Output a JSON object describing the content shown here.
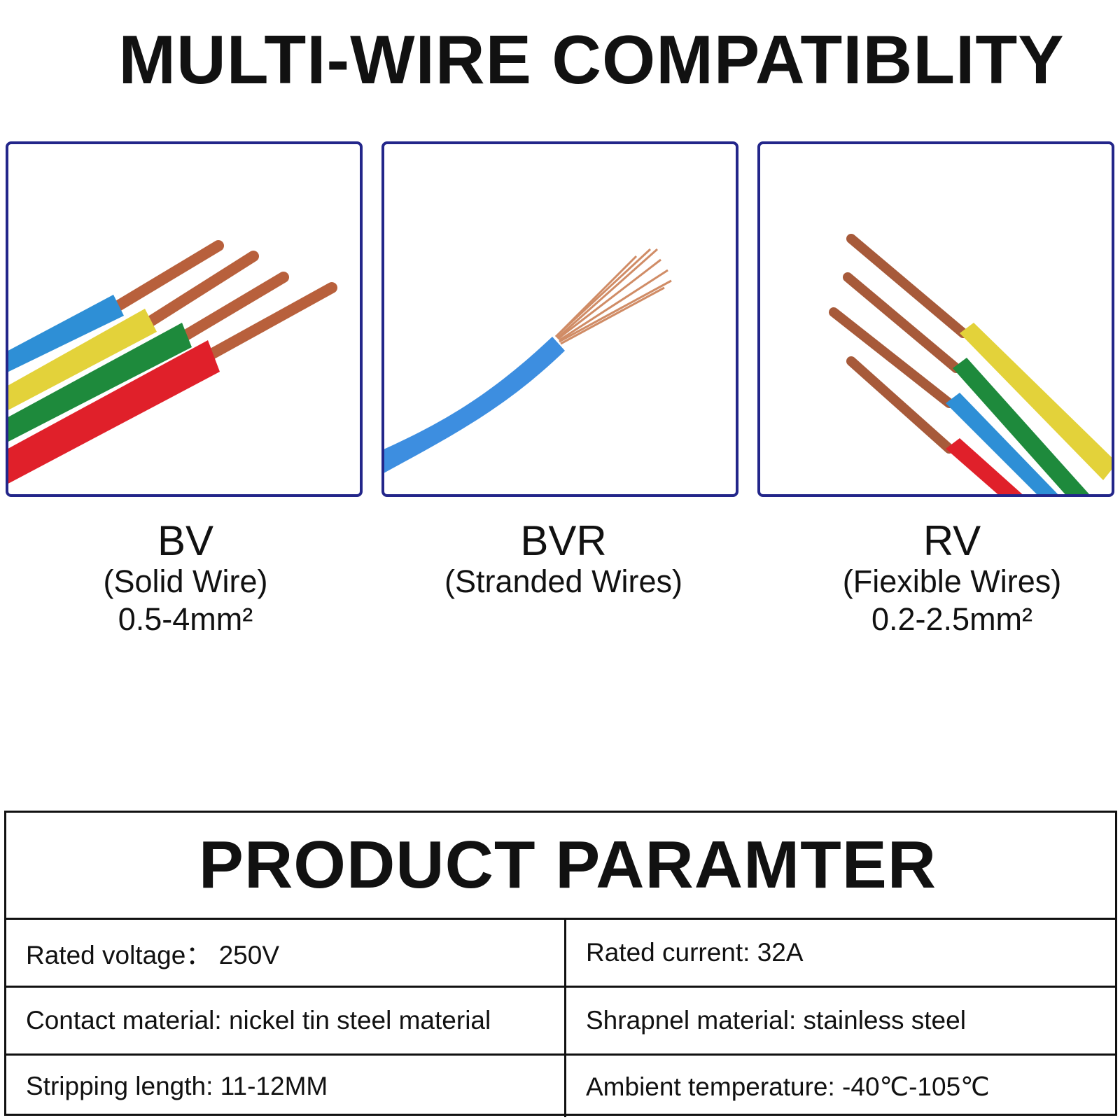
{
  "title": "MULTI-WIRE COMPATIBLITY",
  "wires": [
    {
      "code": "BV",
      "type": "(Solid Wire)",
      "range": "0.5-4mm²",
      "image": "solid-wires-photo"
    },
    {
      "code": "BVR",
      "type": "(Stranded Wires)",
      "range": "",
      "image": "stranded-wire-photo"
    },
    {
      "code": "RV",
      "type": "(Fiexible Wires)",
      "range": "0.2-2.5mm²",
      "image": "flexible-wires-photo"
    }
  ],
  "colors": {
    "panel_border": "#23268a",
    "wire_blue": "#2e8fd6",
    "wire_yellow": "#e3d23a",
    "wire_green": "#1e8a3c",
    "wire_red": "#e0202a",
    "copper": "#c06a45"
  },
  "parameters": {
    "title": "PRODUCT PARAMTER",
    "rows": [
      {
        "left": "Rated voltage：  250V",
        "right": "Rated current: 32A"
      },
      {
        "left": "Contact material: nickel tin steel material",
        "right": "Shrapnel material: stainless steel"
      },
      {
        "left": "Stripping length: 11-12MM",
        "right": "Ambient temperature: -40℃-105℃"
      }
    ]
  }
}
